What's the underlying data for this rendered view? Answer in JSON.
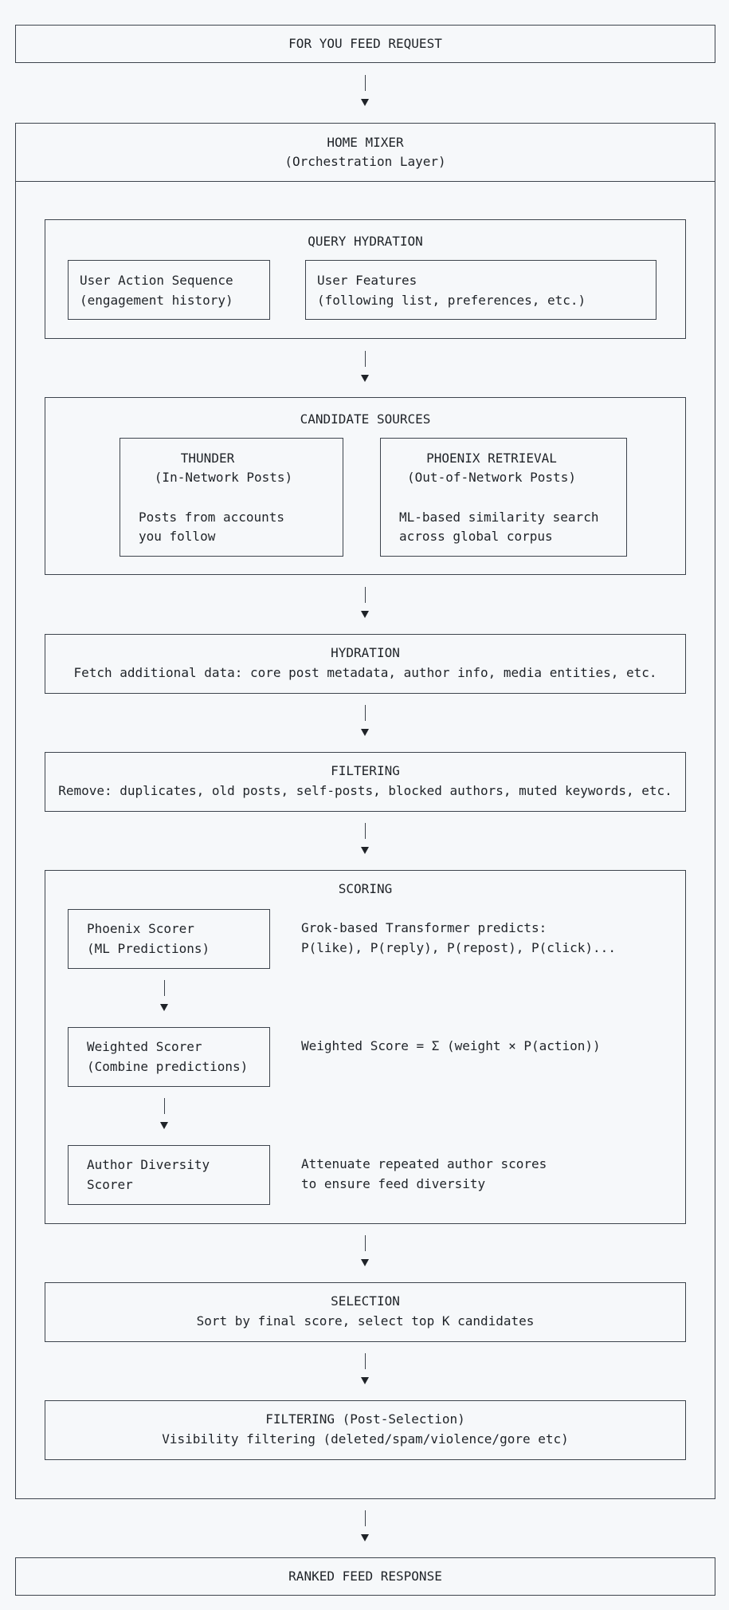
{
  "request": "FOR YOU FEED REQUEST",
  "home_mixer": {
    "title": "HOME MIXER",
    "subtitle": "(Orchestration Layer)"
  },
  "query_hydration": {
    "title": "QUERY HYDRATION",
    "user_action": [
      "User Action Sequence",
      "(engagement history)"
    ],
    "user_features": [
      "User Features",
      "(following list, preferences, etc.)"
    ]
  },
  "candidate_sources": {
    "title": "CANDIDATE SOURCES",
    "thunder": {
      "title": "THUNDER",
      "subtitle": "(In-Network Posts)",
      "desc": [
        "Posts from accounts",
        "you follow"
      ]
    },
    "phoenix": {
      "title": "PHOENIX RETRIEVAL",
      "subtitle": "(Out-of-Network Posts)",
      "desc": [
        "ML-based similarity search",
        "across global corpus"
      ]
    }
  },
  "hydration": {
    "title": "HYDRATION",
    "desc": "Fetch additional data: core post metadata, author info, media entities, etc."
  },
  "filtering": {
    "title": "FILTERING",
    "desc": "Remove: duplicates, old posts, self-posts, blocked authors, muted keywords, etc."
  },
  "scoring": {
    "title": "SCORING",
    "phoenix_scorer": {
      "lines": [
        "Phoenix Scorer",
        "(ML Predictions)"
      ],
      "note": [
        "Grok-based Transformer predicts:",
        "P(like), P(reply), P(repost), P(click)..."
      ]
    },
    "weighted_scorer": {
      "lines": [
        "Weighted Scorer",
        "(Combine predictions)"
      ],
      "note": [
        "Weighted Score = Σ (weight × P(action))"
      ]
    },
    "diversity_scorer": {
      "lines": [
        "Author Diversity",
        "Scorer"
      ],
      "note": [
        "Attenuate repeated author scores",
        "to ensure feed diversity"
      ]
    }
  },
  "selection": {
    "title": "SELECTION",
    "desc": "Sort by final score, select top K candidates"
  },
  "post_filtering": {
    "title": "FILTERING (Post-Selection)",
    "desc": "Visibility filtering (deleted/spam/violence/gore etc)"
  },
  "response": "RANKED FEED RESPONSE"
}
